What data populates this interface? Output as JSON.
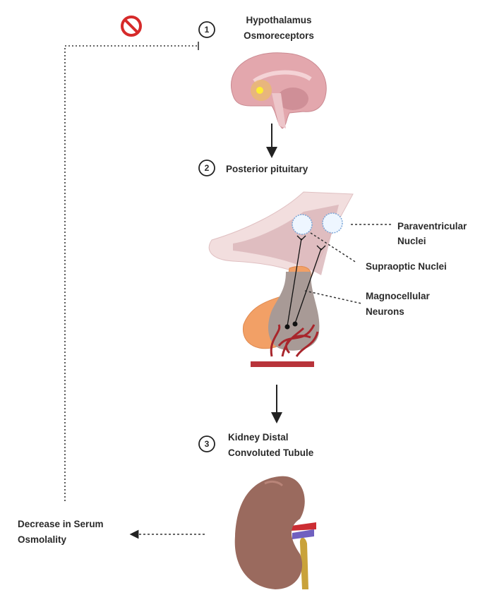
{
  "steps": [
    {
      "number": "1",
      "lines": [
        "Hypothalamus",
        "Osmoreceptors"
      ]
    },
    {
      "number": "2",
      "lines": [
        "Posterior pituitary"
      ]
    },
    {
      "number": "3",
      "lines": [
        "Kidney Distal",
        "Convoluted Tubule"
      ]
    }
  ],
  "labels": {
    "paraventricular": [
      "Paraventricular",
      "Nuclei"
    ],
    "supraoptic": [
      "Supraoptic Nuclei"
    ],
    "magnocellular": [
      "Magnocellular",
      "Neurons"
    ],
    "outcome": [
      "Decrease in Serum",
      "Osmolality"
    ]
  },
  "icons": {
    "inhibit": "prohibited-icon"
  },
  "colors": {
    "inhibit": "#d62a2a",
    "brain": "#e3a7ad",
    "kidney": "#9a6a5e",
    "vessel": "#b8333a"
  }
}
